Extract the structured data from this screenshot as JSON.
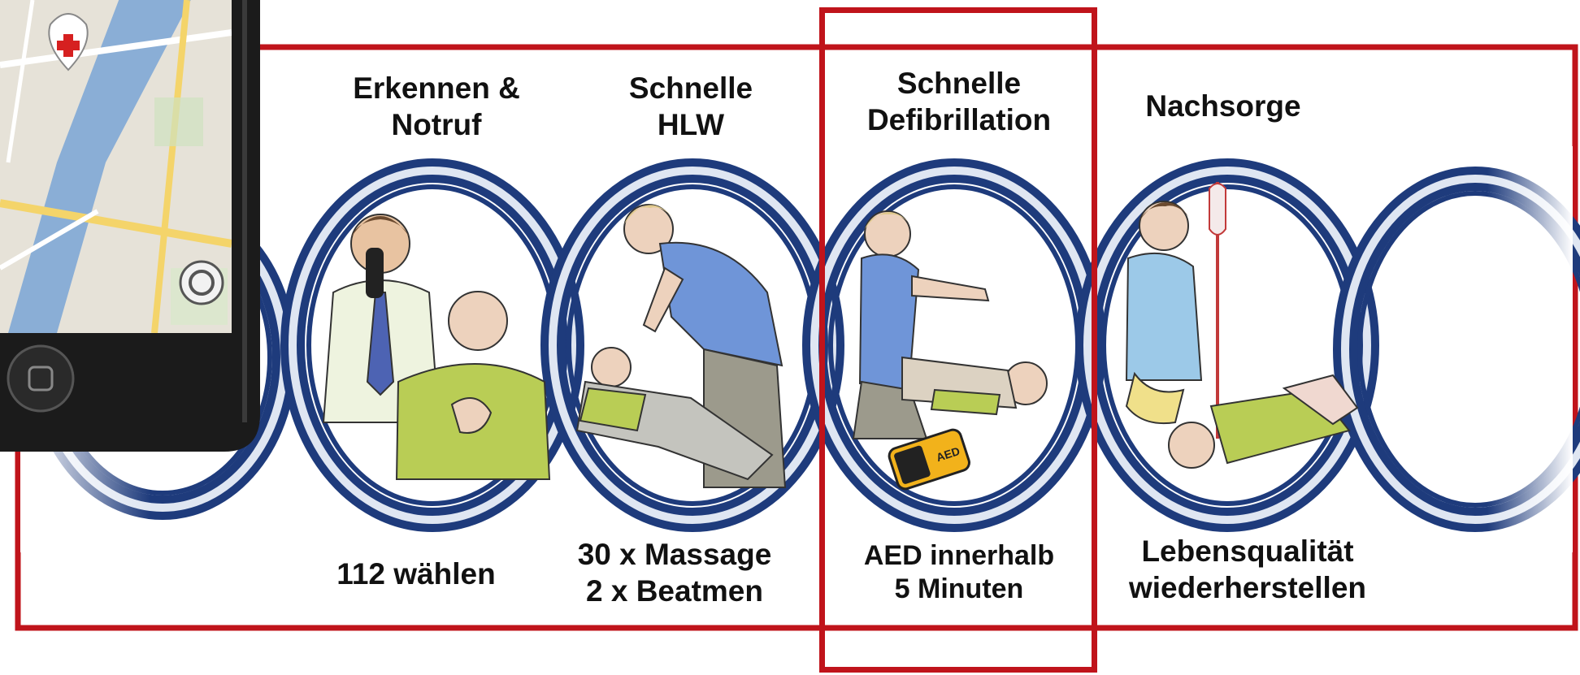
{
  "colors": {
    "frame_red": "#c0141b",
    "ring_dark": "#1e3b7c",
    "ring_light": "#dfe6f2",
    "map_land": "#e6e2d8",
    "map_water": "#8aaed6",
    "phone_body": "#1b1b1b"
  },
  "steps": [
    {
      "title_lines": [
        "Erkennen &",
        "Notruf"
      ],
      "caption_lines": [
        "112 wählen"
      ],
      "scene": "person-calling-emergency"
    },
    {
      "title_lines": [
        "Schnelle",
        "HLW"
      ],
      "caption_lines": [
        "30 x Massage",
        "2 x Beatmen"
      ],
      "scene": "chest-compressions"
    },
    {
      "title_lines": [
        "Schnelle",
        "Defibrillation"
      ],
      "caption_lines": [
        "AED innerhalb",
        "5 Minuten"
      ],
      "scene": "aed-defibrillation",
      "aed_device_text": "AED"
    },
    {
      "title_lines": [
        "Nachsorge"
      ],
      "caption_lines": [
        "Lebensqualität",
        "wiederherstellen"
      ],
      "scene": "hospital-care"
    }
  ],
  "icons": [
    "hospital-map-pin-icon",
    "map-locate-icon",
    "phone-home-button-icon"
  ]
}
